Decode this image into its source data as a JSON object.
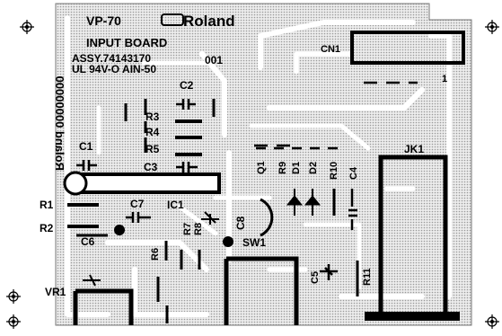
{
  "board": {
    "model": "VP-70",
    "brand": "Roland",
    "title": "INPUT BOARD",
    "assy": "ASSY.74143170",
    "rev": "001",
    "rating": "UL 94V-O  AIN-50",
    "mirrored_text": "Roland 00000000"
  },
  "components": {
    "cn1": "CN1",
    "cn1_pin": "1",
    "jk1": "JK1",
    "ic1": "IC1",
    "sw1": "SW1",
    "vr1": "VR1",
    "c1": "C1",
    "c2": "C2",
    "c3": "C3",
    "c4": "C4",
    "c5": "C5",
    "c6": "C6",
    "c7": "C7",
    "c8": "C8",
    "r1": "R1",
    "r2": "R2",
    "r3": "R3",
    "r4": "R4",
    "r5": "R5",
    "r6": "R6",
    "r7": "R7",
    "r8": "R8",
    "r9": "R9",
    "r10": "R10",
    "r11": "R11",
    "d1": "D1",
    "d2": "D2",
    "q1": "Q1"
  },
  "colors": {
    "ink": "#000000",
    "trace_fill": "#d8d8d8",
    "paper": "#ffffff"
  }
}
